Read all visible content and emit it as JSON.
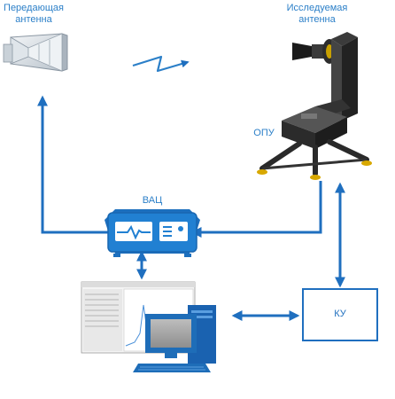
{
  "labels": {
    "tx_antenna": [
      "Передающая",
      "антенна"
    ],
    "aut": [
      "Исследуемая",
      "антенна"
    ],
    "positioner": "ОПУ",
    "vna": "ВАЦ",
    "controller": "КУ"
  },
  "colors": {
    "accent": "#2b7fc8",
    "arrow": "#1f6fbf",
    "label_text": "#2b7fc8",
    "controller_text": "#1f6fbf",
    "vna_body": "#1f78c8",
    "monitor": "#1e6db8",
    "positioner_dark": "#2a2a2a",
    "feet": "#d8a800"
  },
  "icons": {
    "tx_antenna": "horn-antenna-icon",
    "aut": "horn-antenna-icon",
    "positioner": "antenna-positioner-icon",
    "vna": "vector-network-analyzer-icon",
    "computer": "desktop-computer-icon",
    "wireless": "wireless-signal-icon"
  }
}
